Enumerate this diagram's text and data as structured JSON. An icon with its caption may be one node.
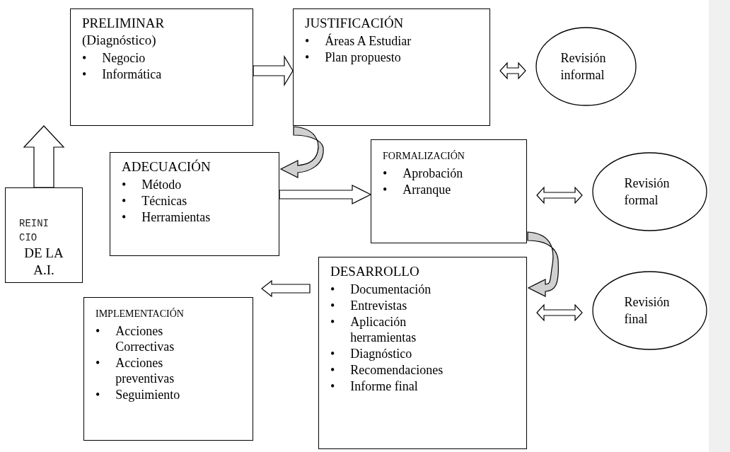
{
  "diagram": {
    "nodes": [
      {
        "text": [
          "PRELIMINAR",
          "(Diagnóstico)",
          "•",
          "Negocio",
          "•",
          "Informática"
        ]
      },
      {
        "text": [
          "JUSTIFICACIÓN",
          "•",
          "Áreas A Estudiar",
          "•",
          "Plan propuesto"
        ]
      },
      {
        "text": [
          "Revisión informal"
        ]
      },
      {
        "text": [
          "ADECUACIÓN",
          "•",
          "Método",
          "•",
          "Técnicas",
          "•",
          "Herramientas"
        ]
      },
      {
        "text": [
          "FORMALIZACIÓN",
          "•",
          "Aprobación",
          "•",
          "Arranque"
        ]
      },
      {
        "text": [
          "Revisión formal"
        ]
      },
      {
        "text": [
          "REINICIO",
          "DE LA A.I."
        ]
      },
      {
        "text": [
          "DESARROLLO",
          "•",
          "Documentación",
          "•",
          "Entrevistas",
          "•",
          "Aplicación herramientas",
          "•",
          "Diagnóstico",
          "•",
          "Recomendaciones",
          "•",
          "Informe final"
        ]
      },
      {
        "text": [
          "IMPLEMENTACIÓN",
          "•",
          "Acciones Correctivas",
          "•",
          "Acciones preventivas",
          "•",
          "Seguimiento"
        ]
      },
      {
        "text": [
          "Revisión final"
        ]
      }
    ],
    "edges": [
      {
        "from": 0,
        "to": 1,
        "arrow": "to"
      },
      {
        "from": 1,
        "to": 2,
        "arrow": "both"
      },
      {
        "from": 1,
        "to": 3,
        "arrow": "to"
      },
      {
        "from": 3,
        "to": 4,
        "arrow": "to"
      },
      {
        "from": 4,
        "to": 5,
        "arrow": "both"
      },
      {
        "from": 4,
        "to": 7,
        "arrow": "to"
      },
      {
        "from": 7,
        "to": 9,
        "arrow": "both"
      },
      {
        "from": 7,
        "to": 8,
        "arrow": "to"
      },
      {
        "from": 6,
        "to": 0,
        "arrow": "to"
      }
    ]
  }
}
